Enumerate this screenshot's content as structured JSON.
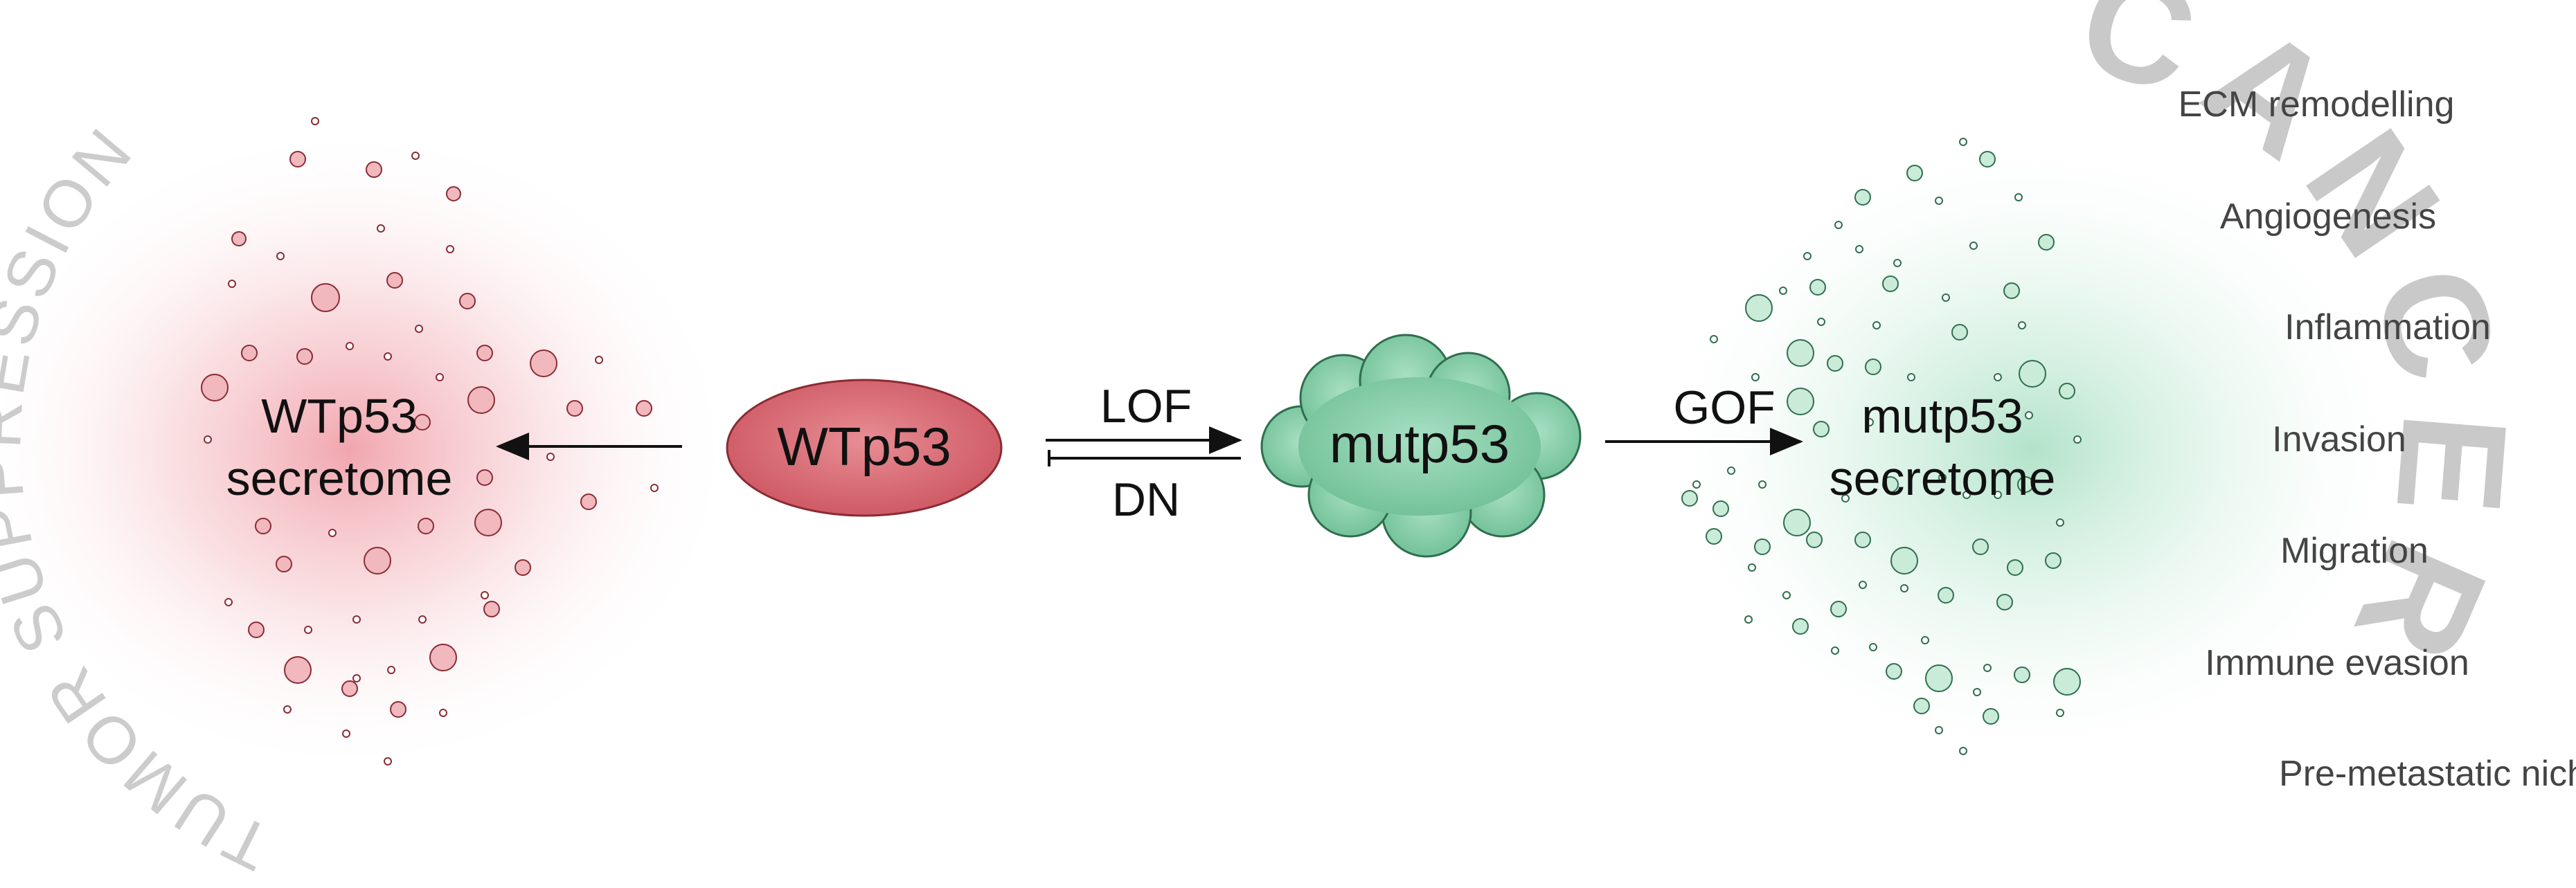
{
  "left": {
    "arc_label": "TUMOR SUPPRESSION",
    "secretome_line1": "WTp53",
    "secretome_line2": "secretome",
    "protein_label": "WTp53",
    "fill_color": "#d9666f",
    "glow_color": "#e86a78"
  },
  "middle": {
    "lof_label": "LOF",
    "dn_label": "DN"
  },
  "right": {
    "protein_label": "mutp53",
    "gof_label": "GOF",
    "secretome_line1": "mutp53",
    "secretome_line2": "secretome",
    "arc_label": "CANCER",
    "fill_color": "#7dc9a3",
    "glow_color": "#7fd0a8"
  },
  "outcomes": [
    "ECM remodelling",
    "Angiogenesis",
    "Inflammation",
    "Invasion",
    "Migration",
    "Immune evasion",
    "Pre-metastatic niche"
  ]
}
